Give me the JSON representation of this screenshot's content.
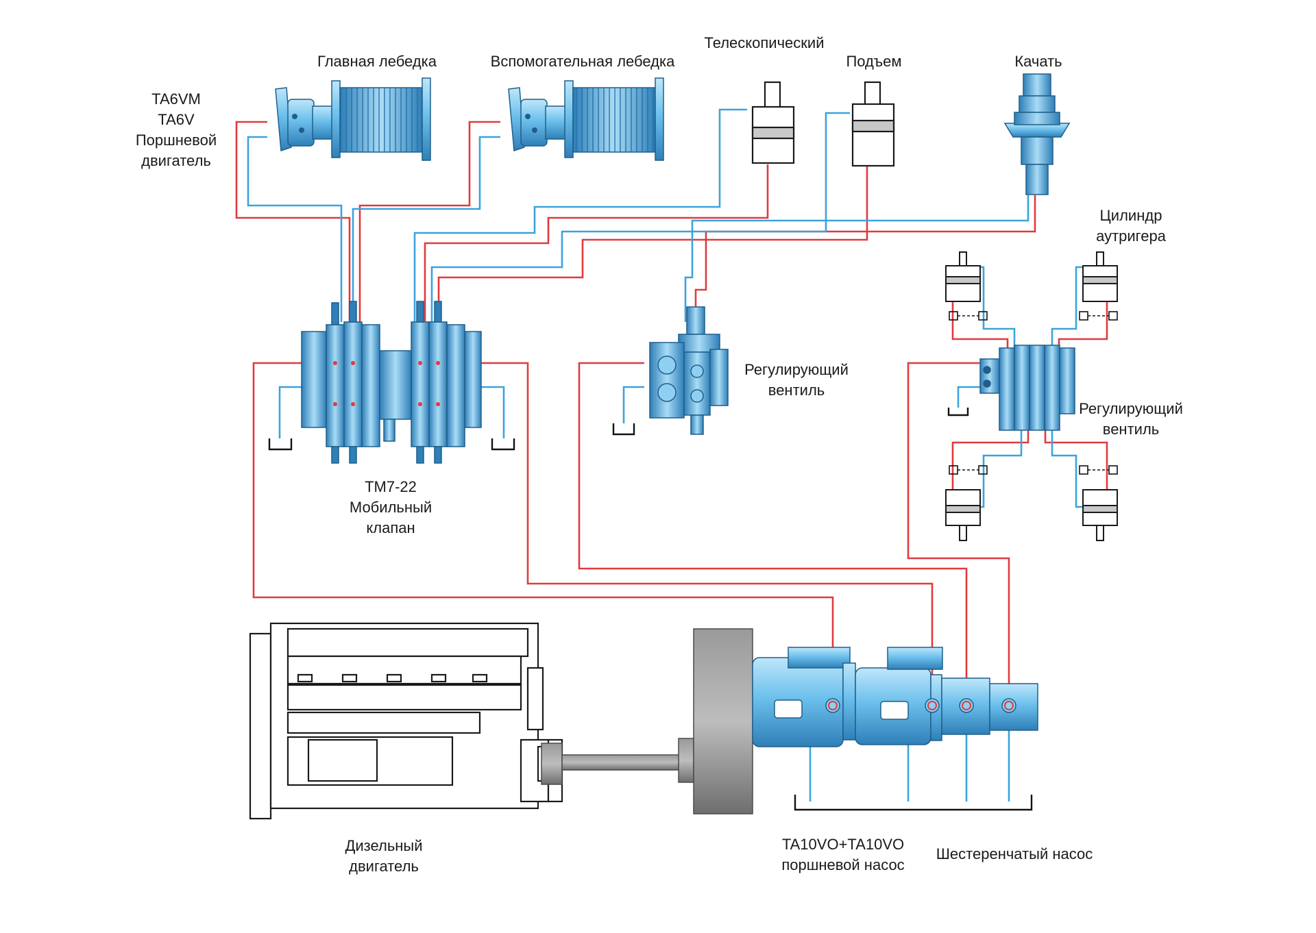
{
  "labels": {
    "motor": [
      "TA6VM",
      "TA6V",
      "Поршневой",
      "двигатель"
    ],
    "main_winch": "Главная лебедка",
    "aux_winch": "Вспомогательная лебедка",
    "telescopic": "Телескопический",
    "lift": "Подъем",
    "swing": "Качать",
    "outrigger_cylinder": [
      "Цилиндр",
      "аутригера"
    ],
    "mobile_valve": [
      "TM7-22",
      "Мобильный",
      "клапан"
    ],
    "control_valve_1": [
      "Регулирующий",
      "вентиль"
    ],
    "control_valve_2": [
      "Регулирующий",
      "вентиль"
    ],
    "diesel": [
      "Дизельный",
      "двигатель"
    ],
    "piston_pump": [
      "TA10VO+TA10VO",
      "поршневой насос"
    ],
    "gear_pump": "Шестеренчатый насос"
  },
  "colors": {
    "pressure_line": "#e03a3e",
    "return_line": "#3aa3dd",
    "component_blue": "#6cc0ec",
    "component_dark": "#2f7fb8",
    "outline": "#2b2b2b",
    "flywheel": "#7a7a7a"
  }
}
